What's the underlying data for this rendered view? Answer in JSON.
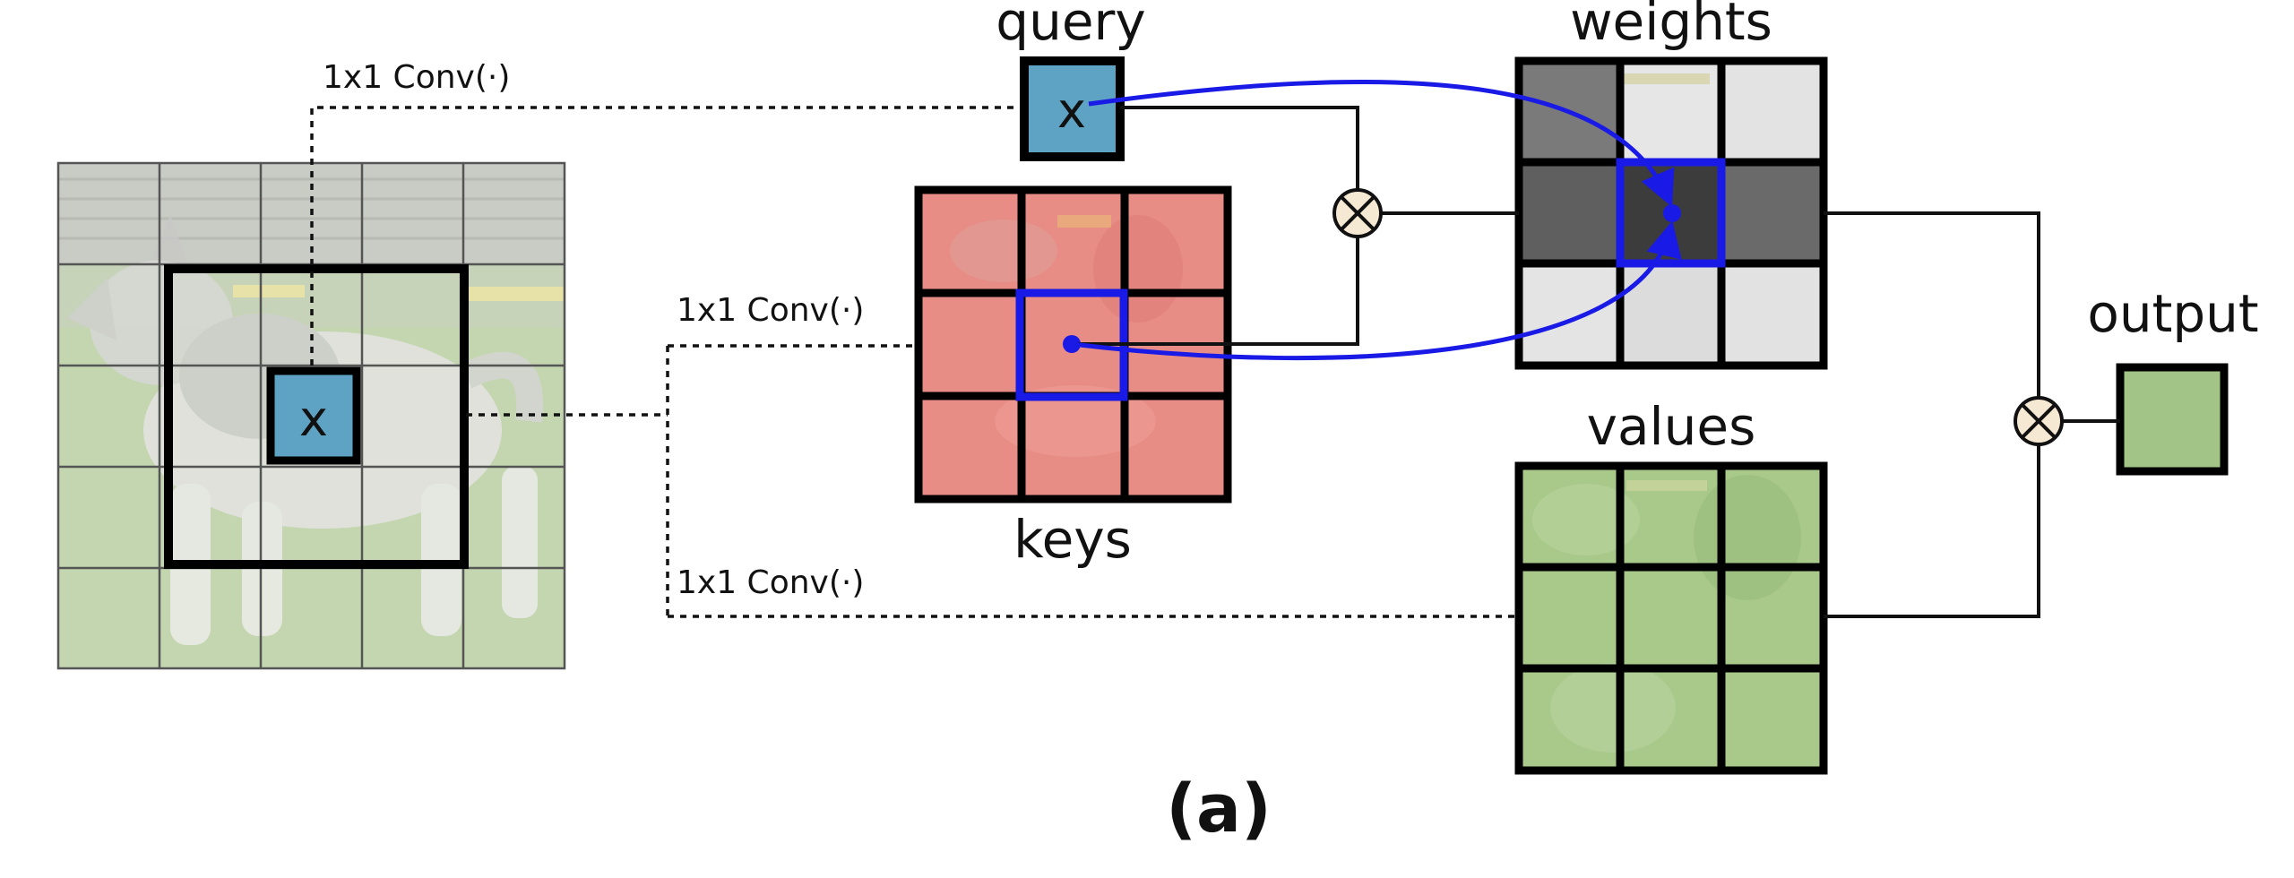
{
  "labels": {
    "query": "query",
    "keys": "keys",
    "weights": "weights",
    "values": "values",
    "output": "output",
    "conv_query": "1x1 Conv(·)",
    "conv_keys": "1x1 Conv(·)",
    "conv_values": "1x1 Conv(·)",
    "center_pixel": "x",
    "query_pixel": "x",
    "multiply_symbol": "⊗",
    "caption": "(a)"
  },
  "grids": {
    "input_image": {
      "rows": 5,
      "cols": 5,
      "highlight_window": "3x3",
      "center_cell": "x"
    },
    "keys": {
      "rows": 3,
      "cols": 3
    },
    "weights": {
      "rows": 3,
      "cols": 3
    },
    "values": {
      "rows": 3,
      "cols": 3
    }
  },
  "colors": {
    "query_cell": "#5ea3c4",
    "keys": "#e88c86",
    "values": "#a8c98a",
    "output": "#a2c486",
    "weights_dark": "#5a5a5a",
    "weights_light": "#d9d9d9",
    "grass": "#8fb86e",
    "highlight_blue": "#1a1ae6"
  }
}
